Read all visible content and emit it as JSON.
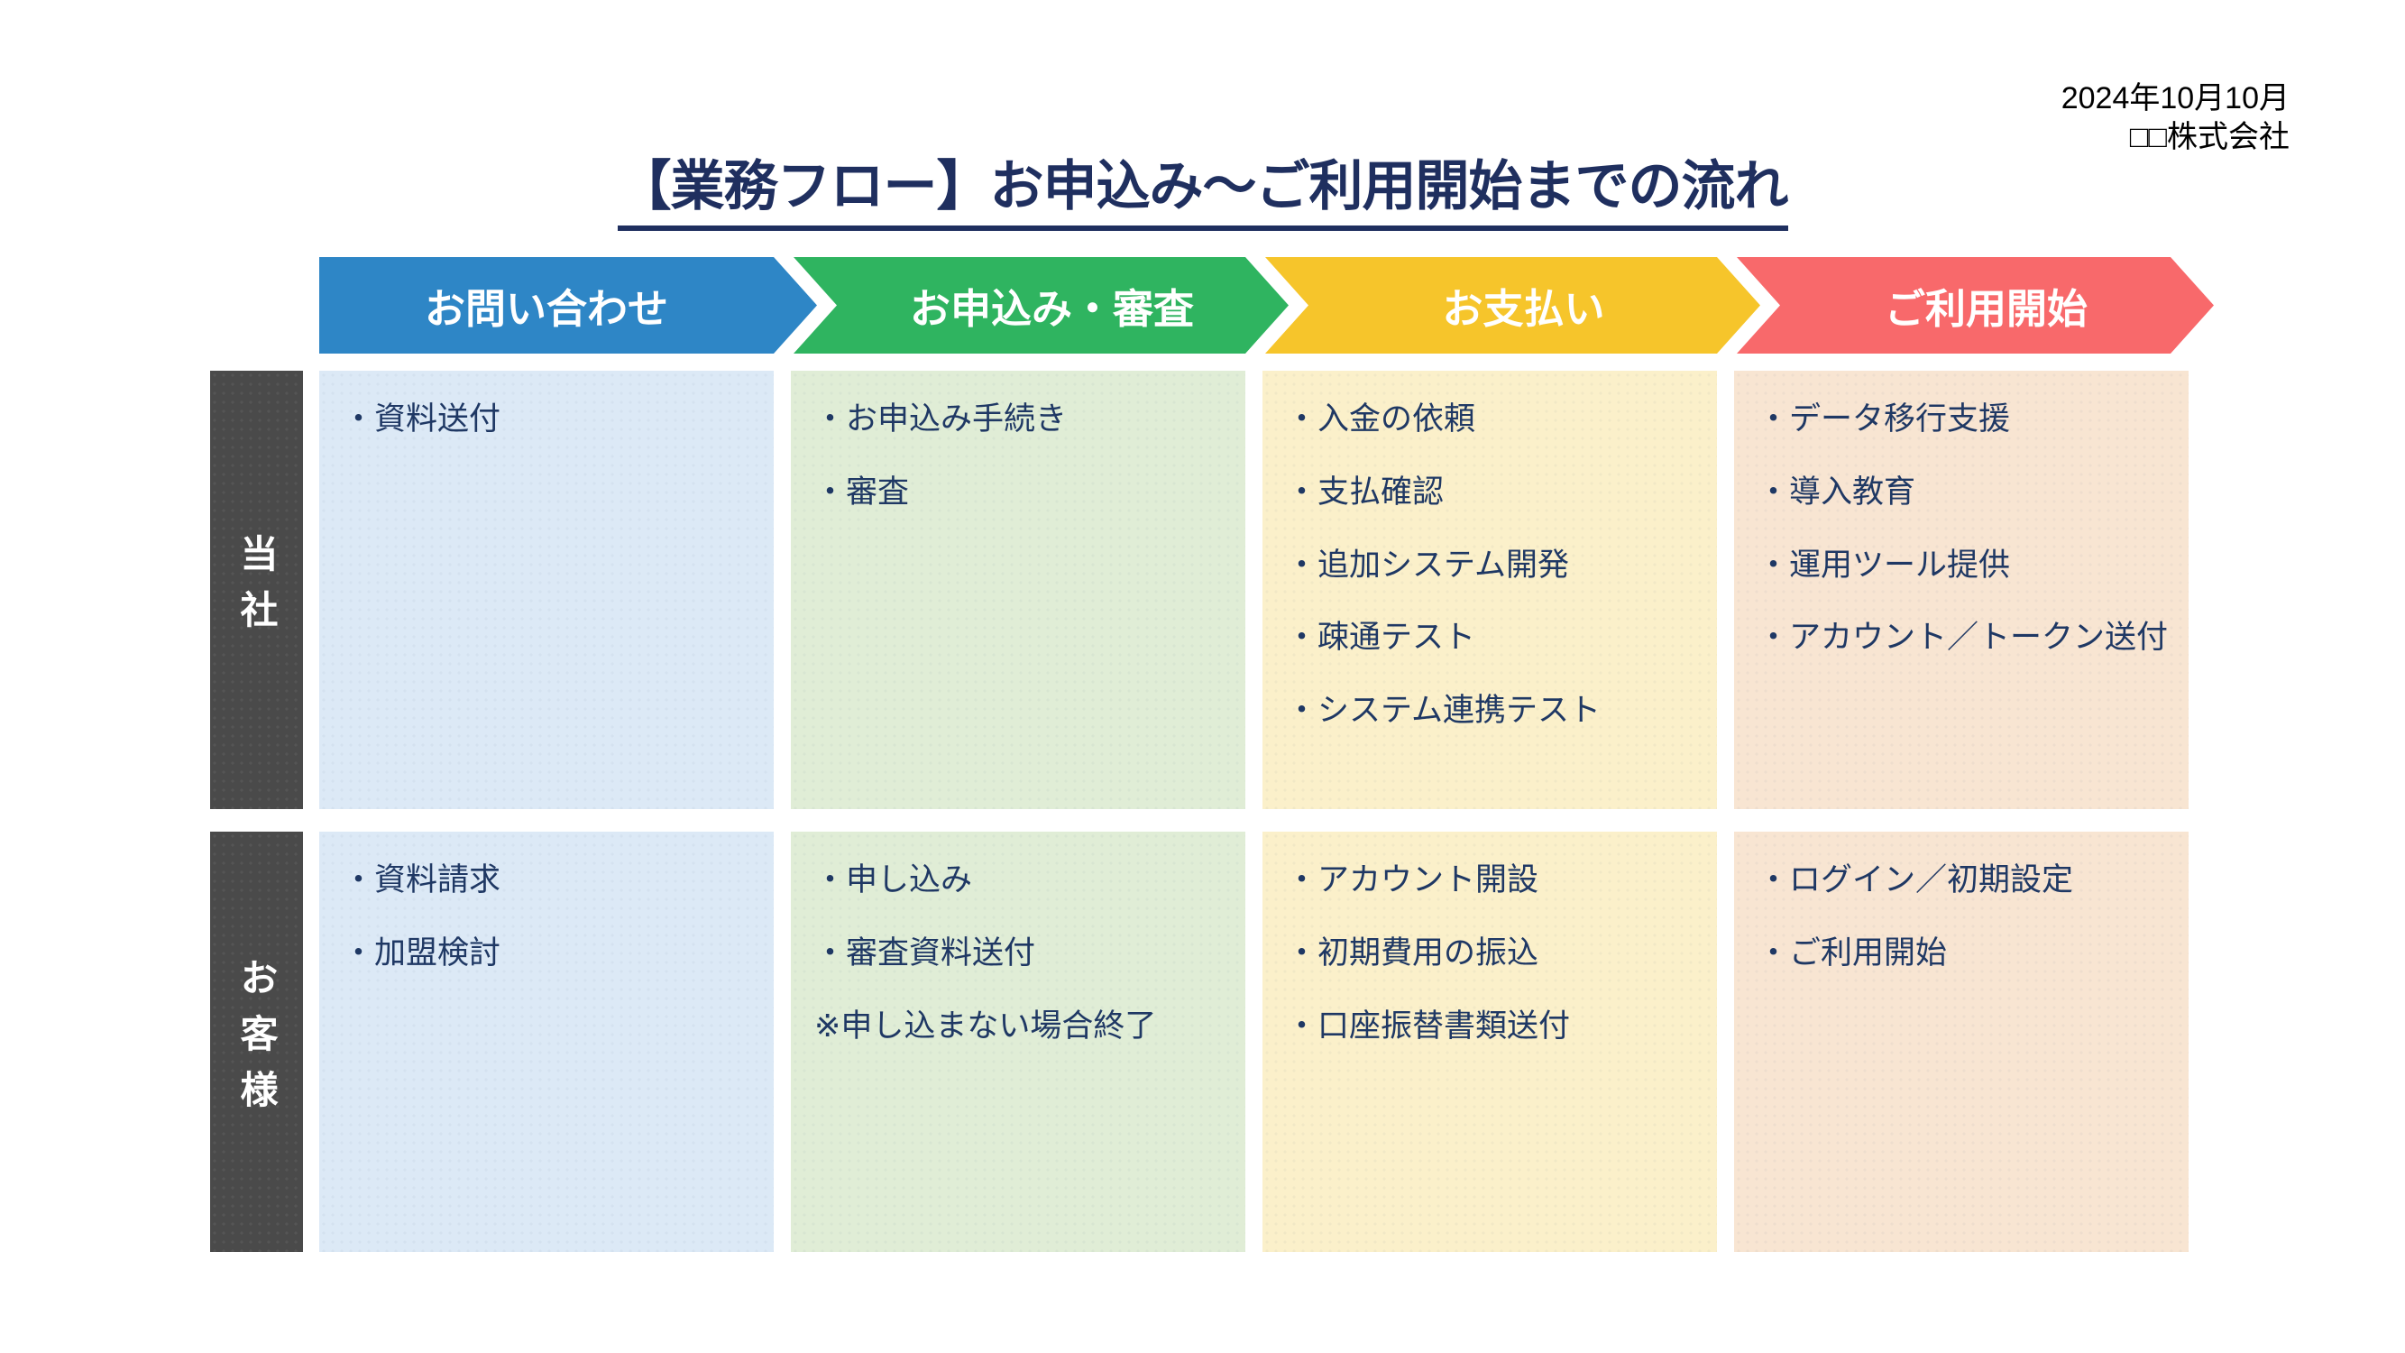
{
  "page": {
    "date": "2024年10月10月",
    "company": "□□株式会社",
    "title": "【業務フロー】お申込み〜ご利用開始までの流れ"
  },
  "row_labels": {
    "company": "当社",
    "customer": "お客様"
  },
  "columns": [
    {
      "header": "お問い合わせ",
      "arrow_color": "#2E86C6",
      "cell_color": "#DCE9F6",
      "company_items": [
        "・資料送付"
      ],
      "customer_items": [
        "・資料請求",
        "・加盟検討"
      ]
    },
    {
      "header": "お申込み・審査",
      "arrow_color": "#2FB460",
      "cell_color": "#E0EDD6",
      "company_items": [
        "・お申込み手続き",
        "・審査"
      ],
      "customer_items": [
        "・申し込み",
        "・審査資料送付",
        "※申し込まない場合終了"
      ]
    },
    {
      "header": "お支払い",
      "arrow_color": "#F6C52B",
      "cell_color": "#FBF0CA",
      "company_items": [
        "・入金の依頼",
        "・支払確認",
        "・追加システム開発",
        "・疎通テスト",
        "・システム連携テスト"
      ],
      "customer_items": [
        "・アカウント開設",
        "・初期費用の振込",
        "・口座振替書類送付"
      ]
    },
    {
      "header": "ご利用開始",
      "arrow_color": "#F8696B",
      "cell_color": "#F8E5D2",
      "company_items": [
        "・データ移行支援",
        "・導入教育",
        "・運用ツール提供",
        "・アカウント／トークン送付"
      ],
      "customer_items": [
        "・ログイン／初期設定",
        "・ご利用開始"
      ]
    }
  ],
  "colors": {
    "title_text": "#1F2F5F",
    "body_text": "#1F3864",
    "row_label_bg": "#4A4A4A",
    "row_label_text": "#FFFFFF",
    "background": "#FFFFFF"
  }
}
